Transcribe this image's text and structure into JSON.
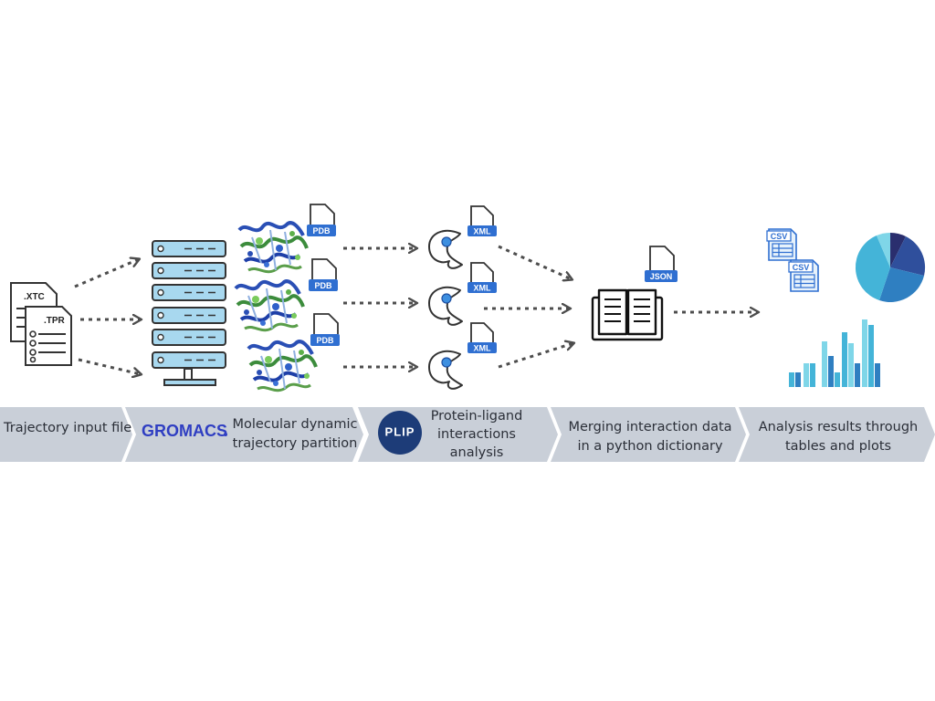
{
  "files": {
    "xtc": ".XTC",
    "tpr": ".TPR",
    "pdb": "PDB",
    "xml": "XML",
    "json": "JSON",
    "csv": "CSV"
  },
  "stages": [
    {
      "label": "Trajectory input file"
    },
    {
      "logo_text": "GROMACS",
      "label_line1": "Molecular dynamic",
      "label_line2": "trajectory partition"
    },
    {
      "logo_text": "PLIP",
      "label_line1": "Protein-ligand",
      "label_line2": "interactions",
      "label_line3": "analysis"
    },
    {
      "label_line1": "Merging interaction data",
      "label_line2": "in a python dictionary"
    },
    {
      "label_line1": "Analysis results through",
      "label_line2": "tables and plots"
    }
  ],
  "colors": {
    "banner": "#c9cfd8",
    "server": "#a8d8ef",
    "doc_badge": "#2f6fd1",
    "gromacs": "#2f3ec2",
    "plip": "#1d3c78",
    "arrow": "#4d4d4d"
  }
}
